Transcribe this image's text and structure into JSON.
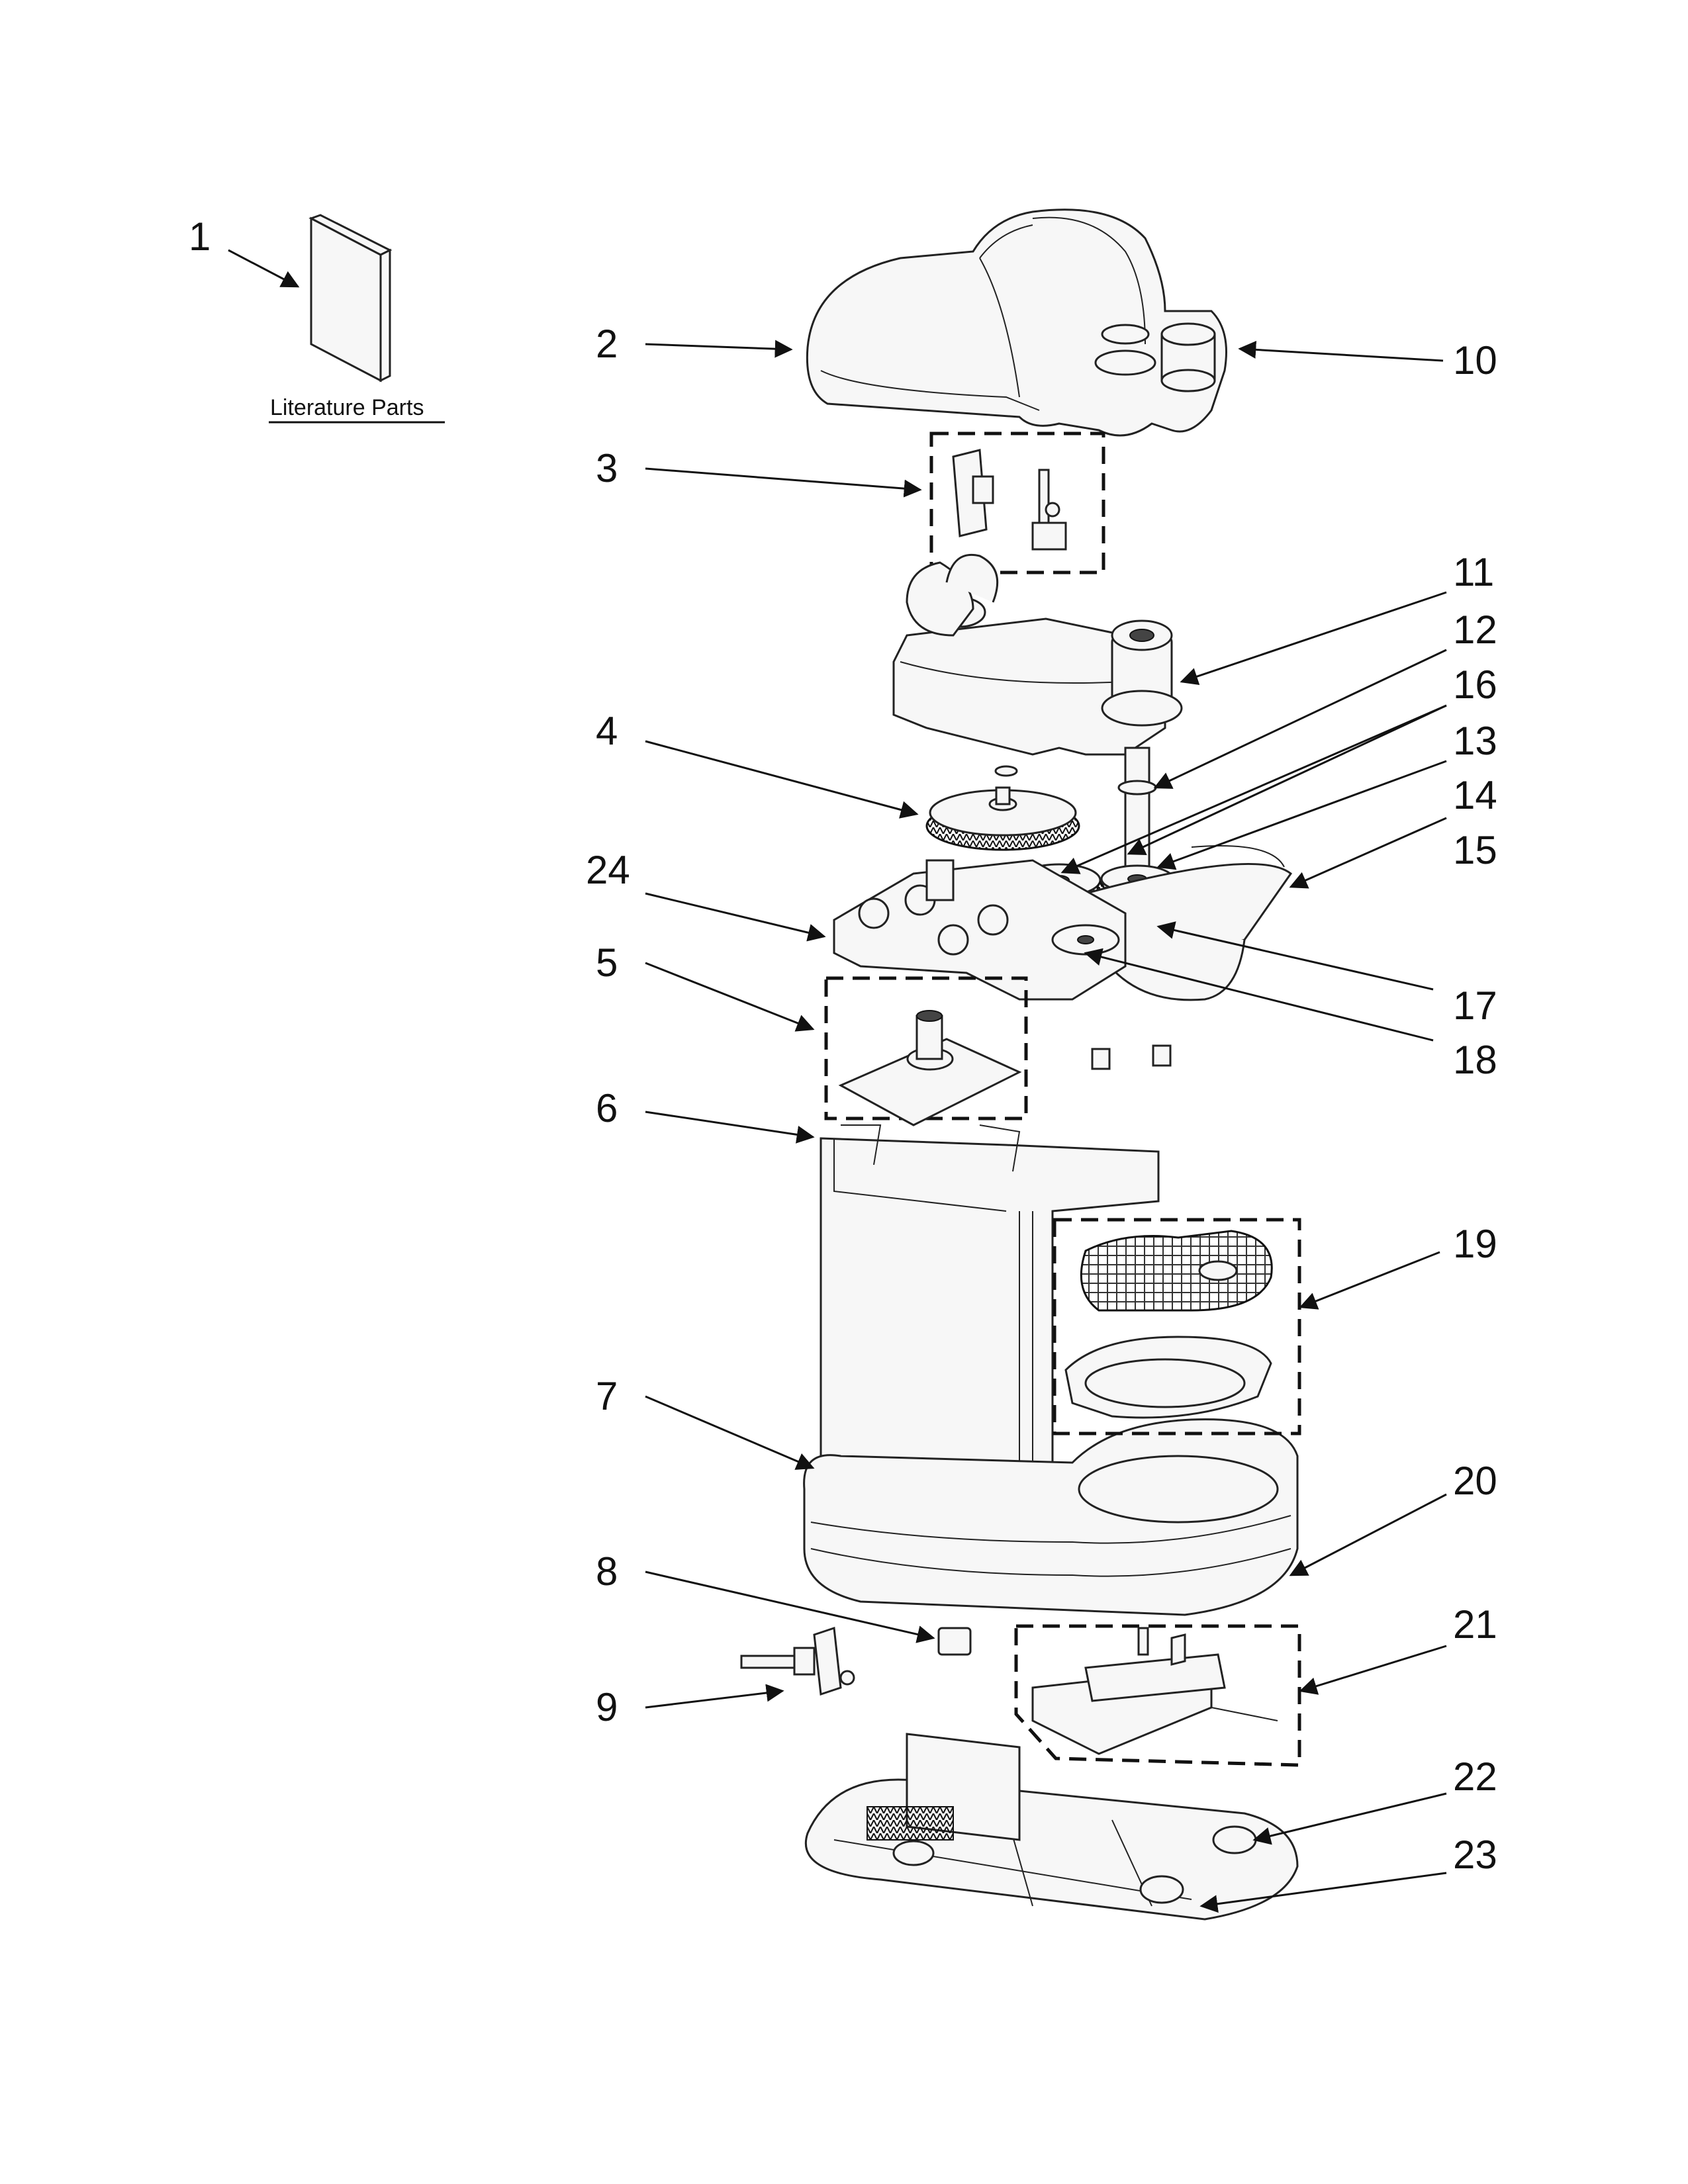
{
  "literature_label": "Literature Parts",
  "callouts": [
    "1",
    "2",
    "3",
    "4",
    "5",
    "6",
    "7",
    "8",
    "9",
    "10",
    "11",
    "12",
    "13",
    "14",
    "15",
    "16",
    "17",
    "18",
    "19",
    "20",
    "21",
    "22",
    "23",
    "24"
  ],
  "colors": {
    "line": "#111111",
    "part_fill": "#f7f7f7",
    "background": "#ffffff"
  }
}
